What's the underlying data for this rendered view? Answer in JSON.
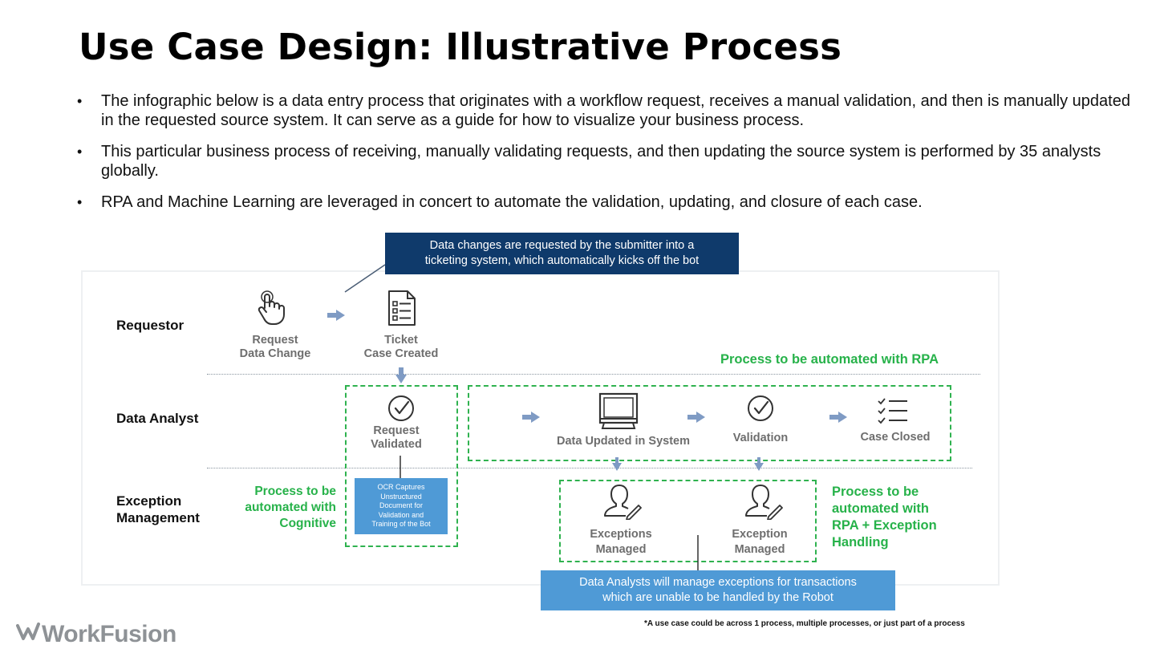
{
  "title": "Use Case Design: Illustrative Process",
  "bullets": [
    "The infographic below is a data entry process that originates with a workflow request, receives a manual validation, and then is manually updated in the requested source system. It can serve as a guide for how to visualize your business process.",
    "This particular business process of receiving, manually validating requests, and then updating the source system is performed by 35 analysts globally.",
    "RPA and Machine Learning are leveraged in concert to automate the validation, updating, and closure of each case."
  ],
  "diagram": {
    "lanes": {
      "requestor": "Requestor",
      "data_analyst": "Data Analyst",
      "exception_line1": "Exception",
      "exception_line2": "Management"
    },
    "steps": {
      "request_l1": "Request",
      "request_l2": "Data Change",
      "ticket_l1": "Ticket",
      "ticket_l2": "Case Created",
      "validated_l1": "Request",
      "validated_l2": "Validated",
      "data_updated": "Data Updated in System",
      "validation": "Validation",
      "case_closed": "Case Closed",
      "exceptions_l1": "Exceptions",
      "exceptions_l2": "Managed",
      "exception_l1": "Exception",
      "exception_l2": "Managed"
    },
    "callouts": {
      "top_l1": "Data changes are requested by the submitter into a",
      "top_l2": "ticketing system, which automatically kicks off the bot",
      "ocr": [
        "OCR Captures",
        "Unstructured",
        "Document for",
        "Validation and",
        "Training of the Bot"
      ],
      "bottom_l1": "Data Analysts will manage exceptions for transactions",
      "bottom_l2": "which are unable to be handled by the Robot"
    },
    "automation_labels": {
      "rpa": "Process to be automated with RPA",
      "cognitive_l1": "Process to be",
      "cognitive_l2": "automated with",
      "cognitive_l3": "Cognitive",
      "rpa_exc_l1": "Process to be",
      "rpa_exc_l2": "automated with",
      "rpa_exc_l3": "RPA + Exception",
      "rpa_exc_l4": "Handling"
    },
    "colors": {
      "green": "#27b24a",
      "navy": "#0f3a6b",
      "light_blue": "#4f9ad6",
      "arrow": "#7f9bc4",
      "grey_text": "#6e6e6e"
    }
  },
  "footer": {
    "logo": "WorkFusion",
    "footnote": "*A use case could be across 1 process, multiple processes, or just part of a process"
  }
}
